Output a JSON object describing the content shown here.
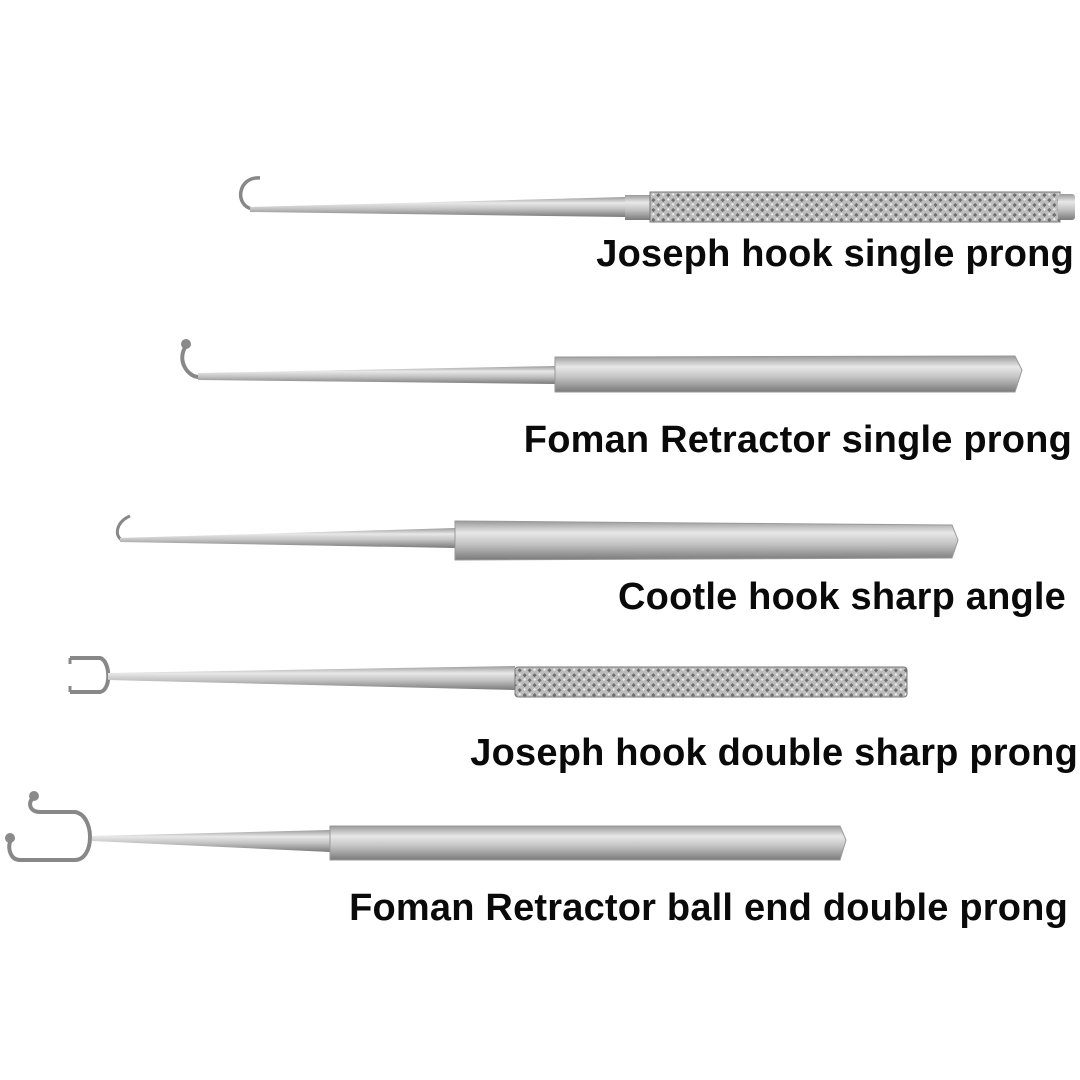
{
  "instruments": [
    {
      "name": "Joseph hook single prong",
      "handle": "knurled",
      "tip": "single-hook"
    },
    {
      "name": "Foman Retractor single prong",
      "handle": "flat",
      "tip": "single-ball-hook"
    },
    {
      "name": "Cootle hook sharp angle",
      "handle": "flat",
      "tip": "sharp-angle-hook"
    },
    {
      "name": "Joseph hook double sharp prong",
      "handle": "knurled",
      "tip": "double-sharp-hook"
    },
    {
      "name": "Foman Retractor ball end double prong",
      "handle": "flat",
      "tip": "double-ball-hook"
    }
  ],
  "colors": {
    "steel_light": "#e4e4e4",
    "steel_mid": "#b9b9b9",
    "steel_dark": "#7d7d7d",
    "text": "#0a0a0a"
  }
}
